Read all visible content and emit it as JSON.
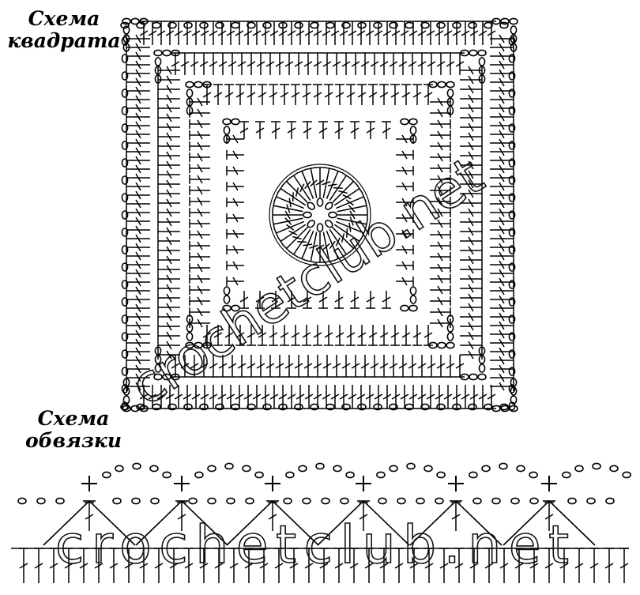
{
  "square_title": {
    "line1": "Схема",
    "line2": "квадрата"
  },
  "edging_title": {
    "line1": "Схема",
    "line2": "обвязки"
  },
  "watermark": "crochetclub.net",
  "colors": {
    "ink": "#000000",
    "background": "#ffffff"
  },
  "symbols": [
    "chain-oval",
    "double-crochet-stitch",
    "single-crochet-cross",
    "magic-ring"
  ]
}
